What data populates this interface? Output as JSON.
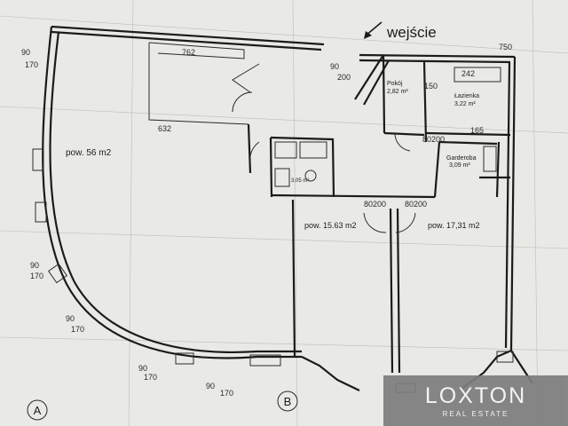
{
  "entrance_label": "wejście",
  "rooms": {
    "main": "pow. 56 m2",
    "room_center": "pow. 15.63 m2",
    "room_right": "pow. 17,31 m2",
    "pokoj_name": "Pokój",
    "pokoj_area": "2,82 m²",
    "lazienka_name": "Łazienka",
    "lazienka_area": "3,22 m²",
    "garderoba_name": "Garderoba",
    "garderoba_area": "3,09 m²",
    "wc_area": "3,05 m²"
  },
  "dimensions": {
    "d762": "762",
    "d632": "632",
    "d242": "242",
    "d165": "165",
    "d750": "750",
    "d150": "150",
    "d90_left": "90",
    "d170_left": "170",
    "d90_a": "90",
    "d170_a": "170",
    "d90_b": "90",
    "d170_b": "170",
    "d90_c": "90",
    "d170_c": "170",
    "d90_d": "90",
    "d170_d": "170",
    "d80": "80",
    "d200": "200",
    "d80_b": "80",
    "d200_b": "200",
    "d90_e": "90",
    "d200_c": "200",
    "d80_c": "80",
    "d200_d": "200"
  },
  "axes": {
    "a": "A",
    "b": "B"
  },
  "logo": {
    "name": "LOXTON",
    "tagline": "REAL ESTATE"
  }
}
